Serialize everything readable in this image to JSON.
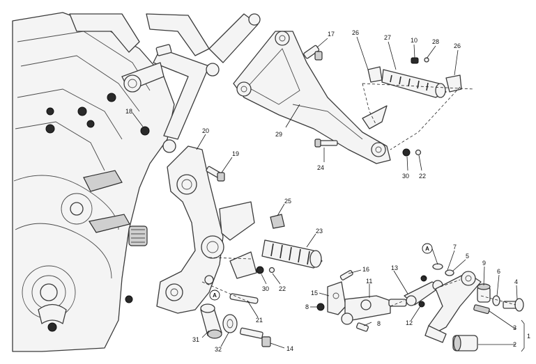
{
  "diagram": {
    "callouts": [
      "17",
      "26",
      "27",
      "10",
      "28",
      "26",
      "18",
      "20",
      "19",
      "29",
      "24",
      "30",
      "22",
      "25",
      "23",
      "30",
      "22",
      "16",
      "15",
      "8",
      "11",
      "13",
      "A",
      "7",
      "5",
      "9",
      "6",
      "4",
      "12",
      "3",
      "2",
      "1",
      "8",
      "21",
      "31",
      "32",
      "14",
      "A"
    ]
  }
}
